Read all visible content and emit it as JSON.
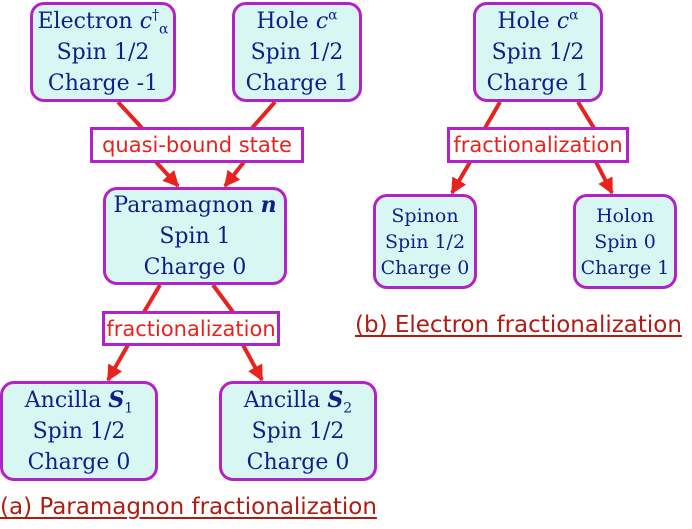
{
  "panel_a": {
    "electron": {
      "name": "Electron",
      "symbol": "c",
      "sup": "†",
      "sub": "α",
      "spin": "Spin 1/2",
      "charge": "Charge -1"
    },
    "hole": {
      "name": "Hole",
      "symbol": "c",
      "sup": "α",
      "spin": "Spin 1/2",
      "charge": "Charge 1"
    },
    "quasi_bound_label": "quasi-bound state",
    "paramagnon": {
      "name": "Paramagnon",
      "symbol": "n",
      "spin": "Spin 1",
      "charge": "Charge 0"
    },
    "fractionalization_label": "fractionalization",
    "ancilla1": {
      "name": "Ancilla",
      "symbol": "S",
      "sub": "1",
      "spin": "Spin 1/2",
      "charge": "Charge 0"
    },
    "ancilla2": {
      "name": "Ancilla",
      "symbol": "S",
      "sub": "2",
      "spin": "Spin 1/2",
      "charge": "Charge 0"
    },
    "caption": "(a) Paramagnon fractionalization"
  },
  "panel_b": {
    "hole": {
      "name": "Hole",
      "symbol": "c",
      "sup": "α",
      "spin": "Spin 1/2",
      "charge": "Charge 1"
    },
    "fractionalization_label": "fractionalization",
    "spinon": {
      "name": "Spinon",
      "spin": "Spin 1/2",
      "charge": "Charge 0"
    },
    "holon": {
      "name": "Holon",
      "spin": "Spin 0",
      "charge": "Charge 1"
    },
    "caption": "(b) Electron fractionalization"
  },
  "colors": {
    "node_fill": "#d9f7f2",
    "node_border": "#b321c9",
    "node_text": "#0d1f8a",
    "label_text": "#e8221c",
    "arrow": "#e8221c",
    "caption": "#b01c12"
  }
}
